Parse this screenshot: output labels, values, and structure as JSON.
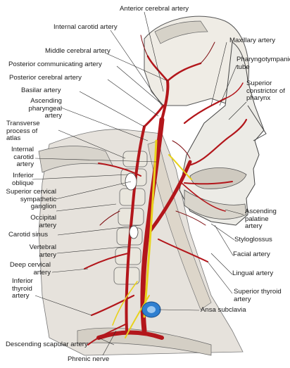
{
  "labels": {
    "anterior_cerebral_artery": "Anterior cerebral artery",
    "internal_carotid_artery_top": "Internal carotid artery",
    "maxillary_artery": "Maxillary artery",
    "middle_cerebral_artery": "Middle cerebral artery",
    "pharyngotympanic_tube": "Pharyngotympanic\ntube",
    "posterior_communicating_artery": "Posterior communicating artery",
    "posterior_cerebral_artery": "Posterior cerebral artery",
    "superior_constrictor": "Superior\nconstrictor of\npharynx",
    "basilar_artery": "Basilar artery",
    "ascending_pharyngeal_artery": "Ascending\npharyngeal\nartery",
    "transverse_process_atlas": "Transverse\nprocess of\natlas",
    "internal_carotid_artery_left": "Internal\ncarotid\nartery",
    "inferior_oblique": "Inferior\noblique",
    "superior_cervical_ganglion": "Superior cervical\nsympathetic\nganglion",
    "occipital_artery": "Occipital\nartery",
    "carotid_sinus": "Carotid sinus",
    "vertebral_artery": "Vertebral\nartery",
    "deep_cervical_artery": "Deep cervical\nartery",
    "inferior_thyroid_artery": "Inferior\nthyroid\nartery",
    "ascending_palatine_artery": "Ascending\npalatine\nartery",
    "styloglossus": "Styloglossus",
    "facial_artery": "Facial artery",
    "lingual_artery": "Lingual artery",
    "superior_thyroid_artery": "Superior thyroid\nartery",
    "ansa_subclavia": "Ansa subclavia",
    "descending_scapular_artery": "Descending scapular artery",
    "phrenic_nerve": "Phrenic nerve"
  },
  "colors": {
    "artery": "#b3161b",
    "artery_dark": "#7e0c10",
    "nerve": "#e8d21c",
    "vein_blue": "#2f7fd0",
    "tissue": "#e9e6e0",
    "bone": "#f2f0ea",
    "line": "#2a2a2a"
  }
}
